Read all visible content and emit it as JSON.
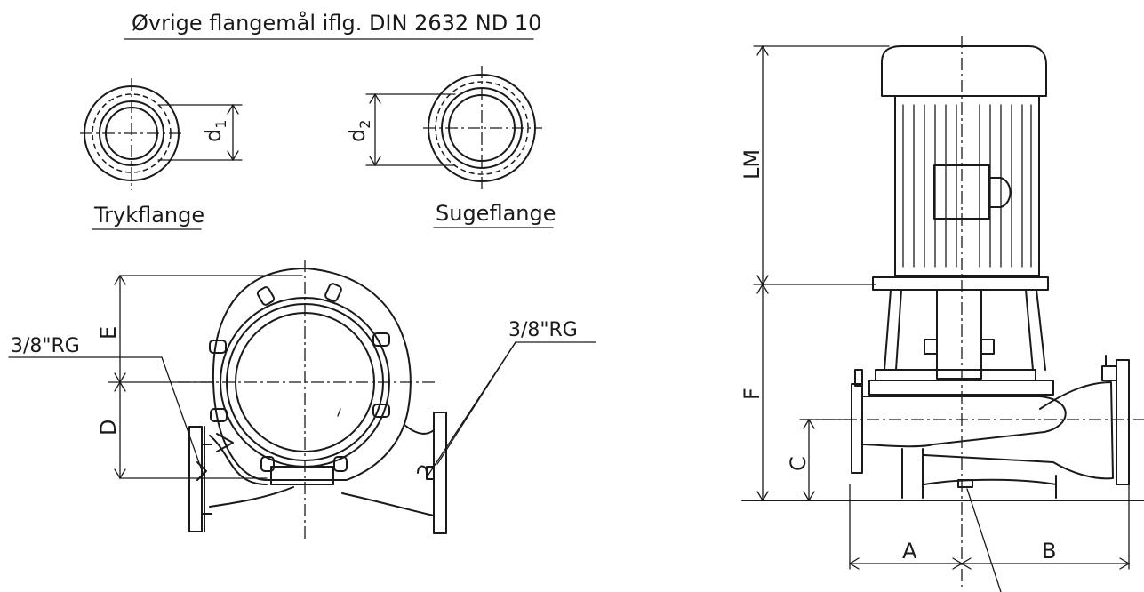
{
  "header": {
    "title": "Øvrige flangemål iflg. DIN 2632 ND 10"
  },
  "flanges": {
    "pressure": {
      "label": "Trykflange",
      "dim": "d",
      "dim_sub": "1"
    },
    "suction": {
      "label": "Sugeflange",
      "dim": "d",
      "dim_sub": "2"
    }
  },
  "front_view": {
    "dims": {
      "top": "E",
      "bottom": "D"
    },
    "port_left": "3/8\"RG",
    "port_right": "3/8\"RG"
  },
  "side_view": {
    "dims": {
      "motor": "LM",
      "frame": "F",
      "flange": "C",
      "left": "A",
      "right": "B"
    }
  }
}
